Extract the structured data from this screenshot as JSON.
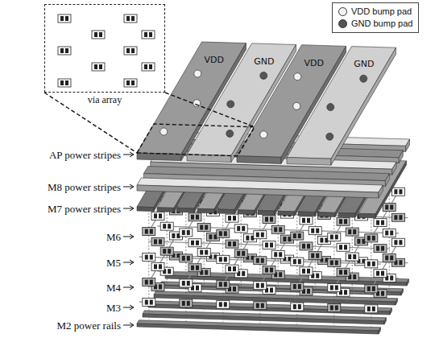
{
  "diagram": {
    "nodes": [
      {
        "text": [
          "via array"
        ]
      }
    ],
    "labels": [
      "VDD",
      "GND",
      "VDD",
      "GND",
      "AP power stripes",
      "M8 power stripes",
      "M7 power stripes",
      "M6",
      "M5",
      "M4",
      "M3",
      "M2 power rails"
    ],
    "legend": [
      {
        "text": "VDD bump pad",
        "color": "#f2f2f2"
      },
      {
        "text": "GND bump pad",
        "color": "#555555"
      }
    ]
  }
}
